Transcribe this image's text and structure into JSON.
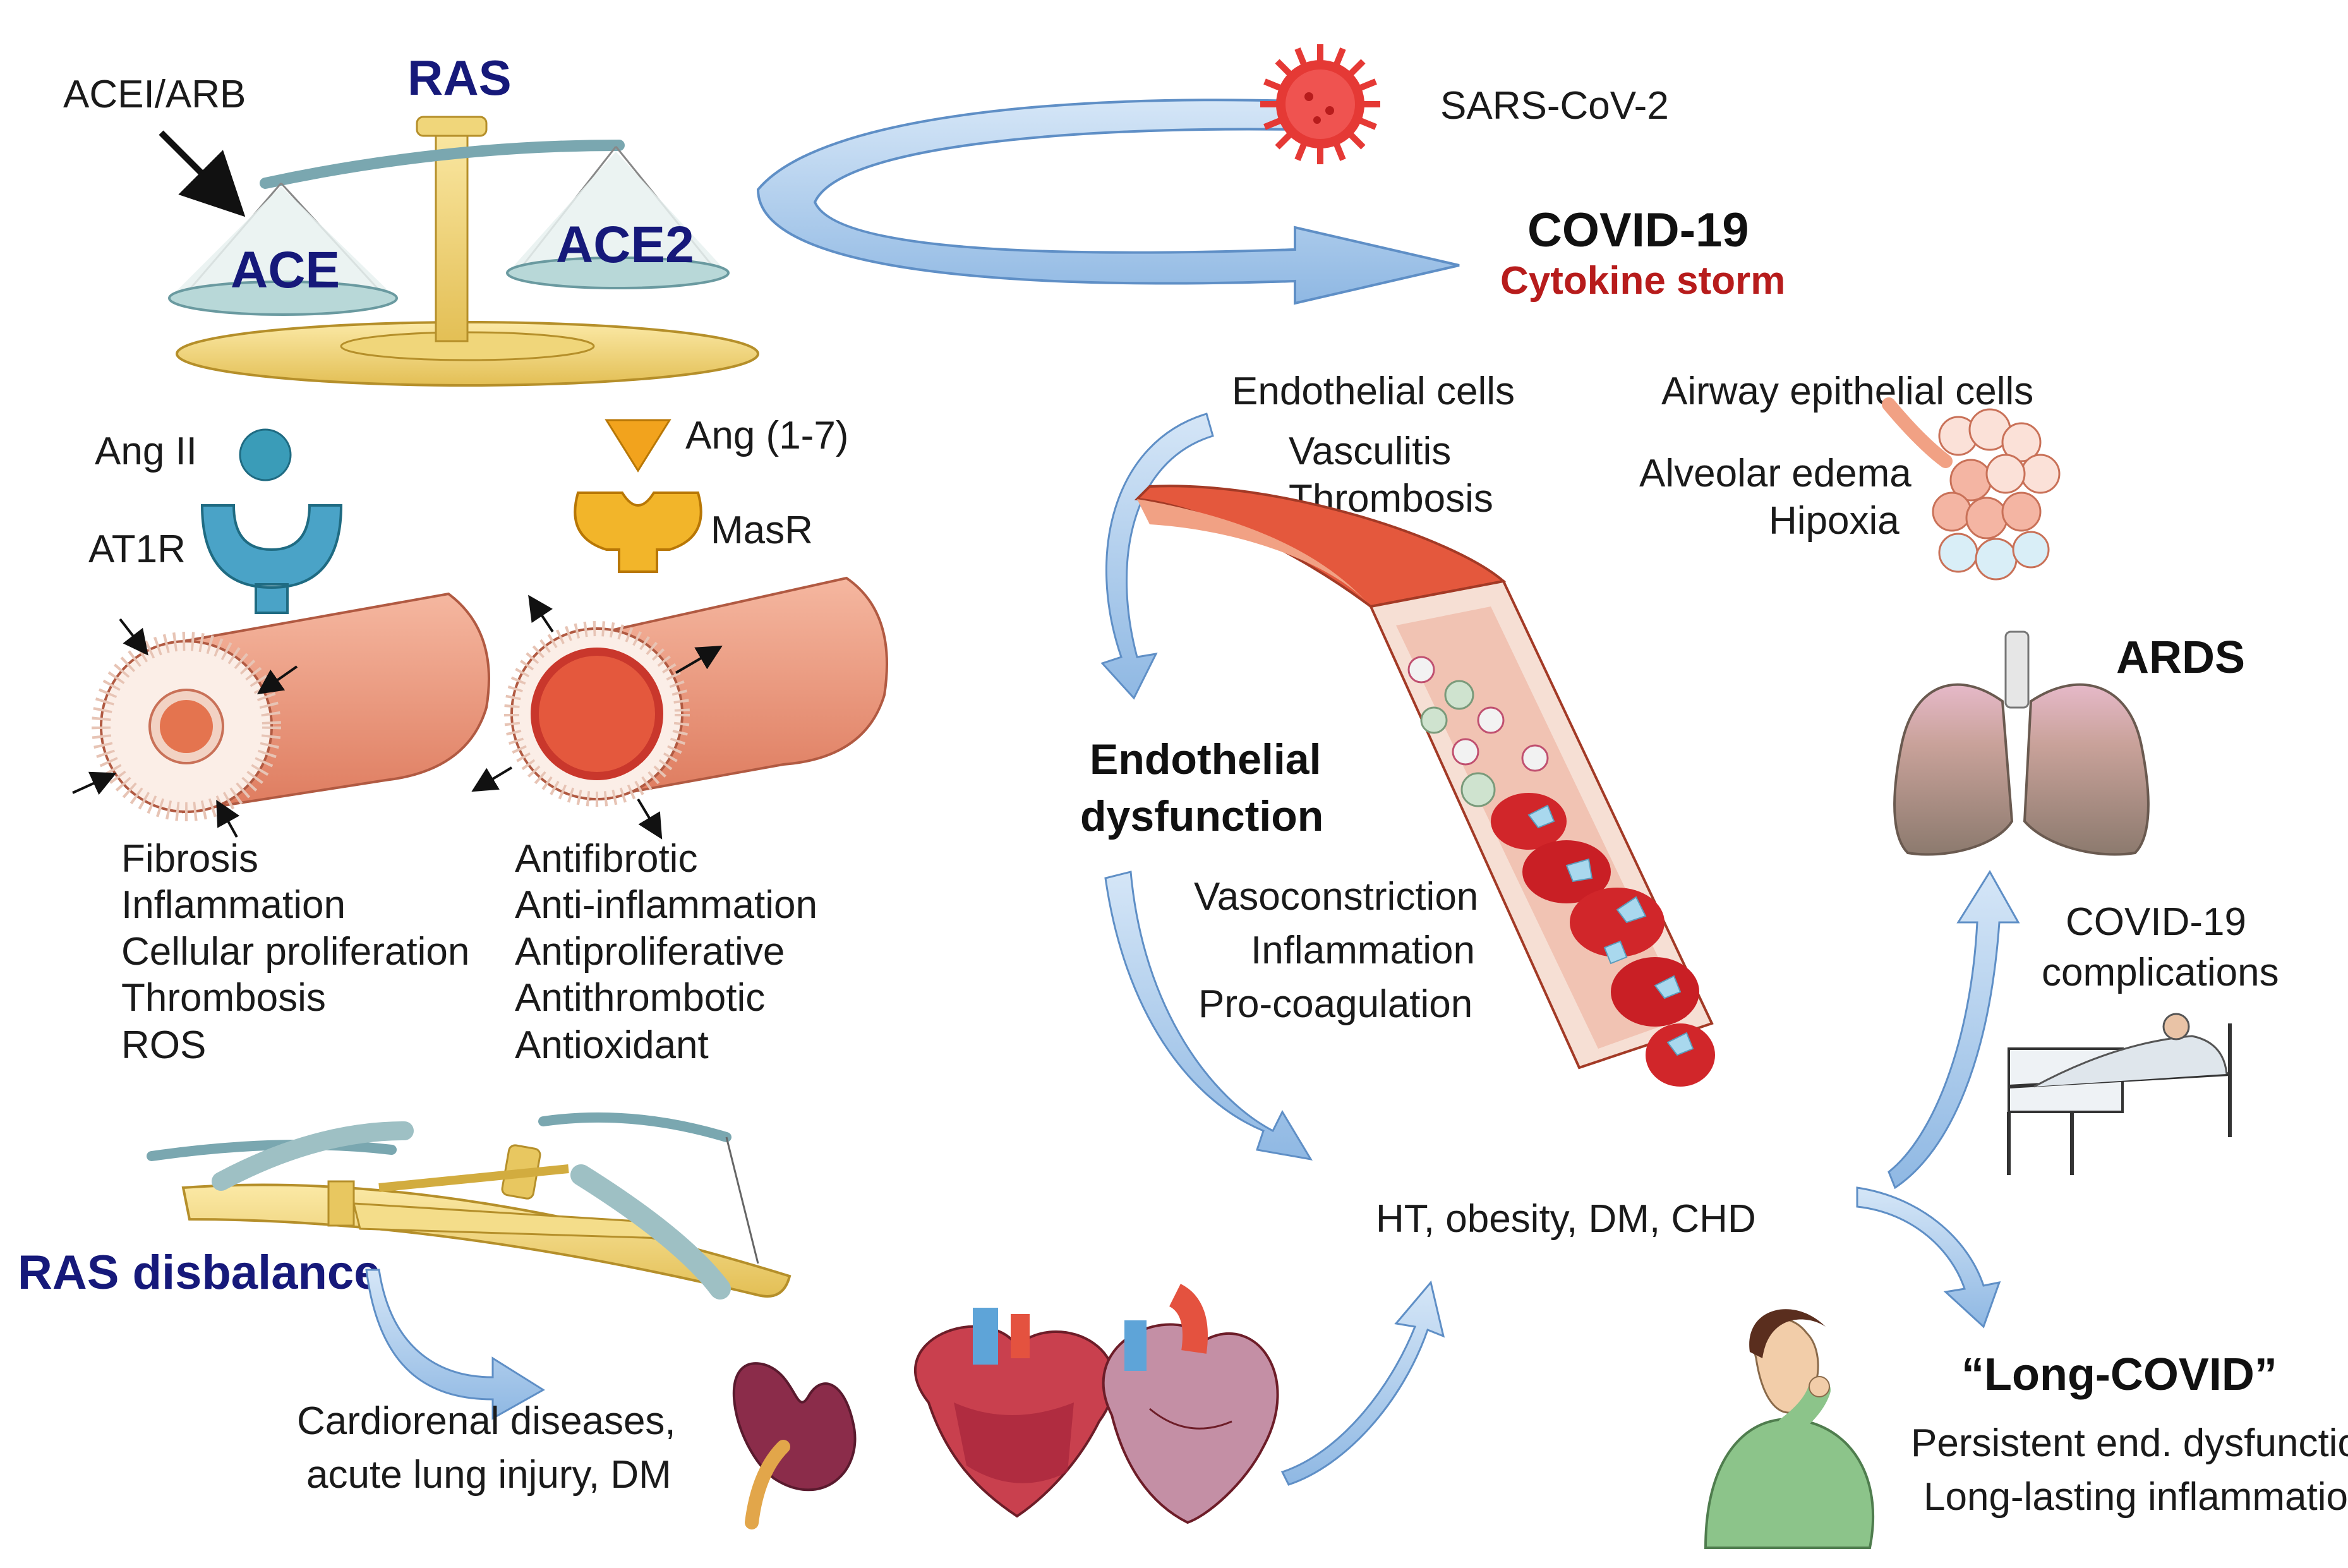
{
  "diagram": {
    "ras_label": "RAS",
    "acei_arb_label": "ACEI/ARB",
    "ace_label": "ACE",
    "ace2_label": "ACE2",
    "sars_cov2_label": "SARS-CoV-2",
    "covid19_label": "COVID-19",
    "cytokine_storm_label": "Cytokine storm",
    "ang2_label": "Ang II",
    "at1r_label": "AT1R",
    "ang17_label": "Ang (1-7)",
    "masr_label": "MasR",
    "ang2_effects": [
      "Fibrosis",
      "Inflammation",
      "Cellular proliferation",
      "Thrombosis",
      "ROS"
    ],
    "ang17_effects": [
      "Antifibrotic",
      "Anti-inflammation",
      "Antiproliferative",
      "Antithrombotic",
      "Antioxidant"
    ],
    "ras_disbalance_label": "RAS disbalance",
    "cardiorenal_lines": [
      "Cardiorenal diseases,",
      "acute lung injury, DM"
    ],
    "endothelial_cells_label": "Endothelial  cells",
    "vasculitis_label": "Vasculitis",
    "thrombosis_label": "Thrombosis",
    "airway_label": "Airway epithelial  cells",
    "alveolar_edema_label": "Alveolar edema",
    "hipoxia_label": "Hipoxia",
    "endo_dysfunction_lines": [
      "Endothelial",
      "dysfunction"
    ],
    "vasoconstriction_label": "Vasoconstriction",
    "inflammation_label": "Inflammation",
    "procoagulation_label": "Pro-coagulation",
    "ards_label": "ARDS",
    "complications_lines": [
      "COVID-19",
      "complications"
    ],
    "comorbidities_label": "HT, obesity, DM, CHD",
    "long_covid_label": "“Long-COVID”",
    "long_covid_effects": [
      "Persistent end. dysfunction",
      "Long-lasting inflammation"
    ]
  },
  "colors": {
    "navy_text": "#16197a",
    "cytokine_red": "#b71c1c",
    "arrow_blue": "#aecdee",
    "vessel_salmon": "#eb9a80",
    "virus_red": "#e53935"
  },
  "icons": [
    "balance-scale-icon",
    "virus-icon",
    "blood-vessel-icon",
    "kidney-icon",
    "heart-icon",
    "lungs-icon",
    "alveoli-icon",
    "hospital-bed-icon",
    "coughing-person-icon",
    "receptor-icon"
  ]
}
